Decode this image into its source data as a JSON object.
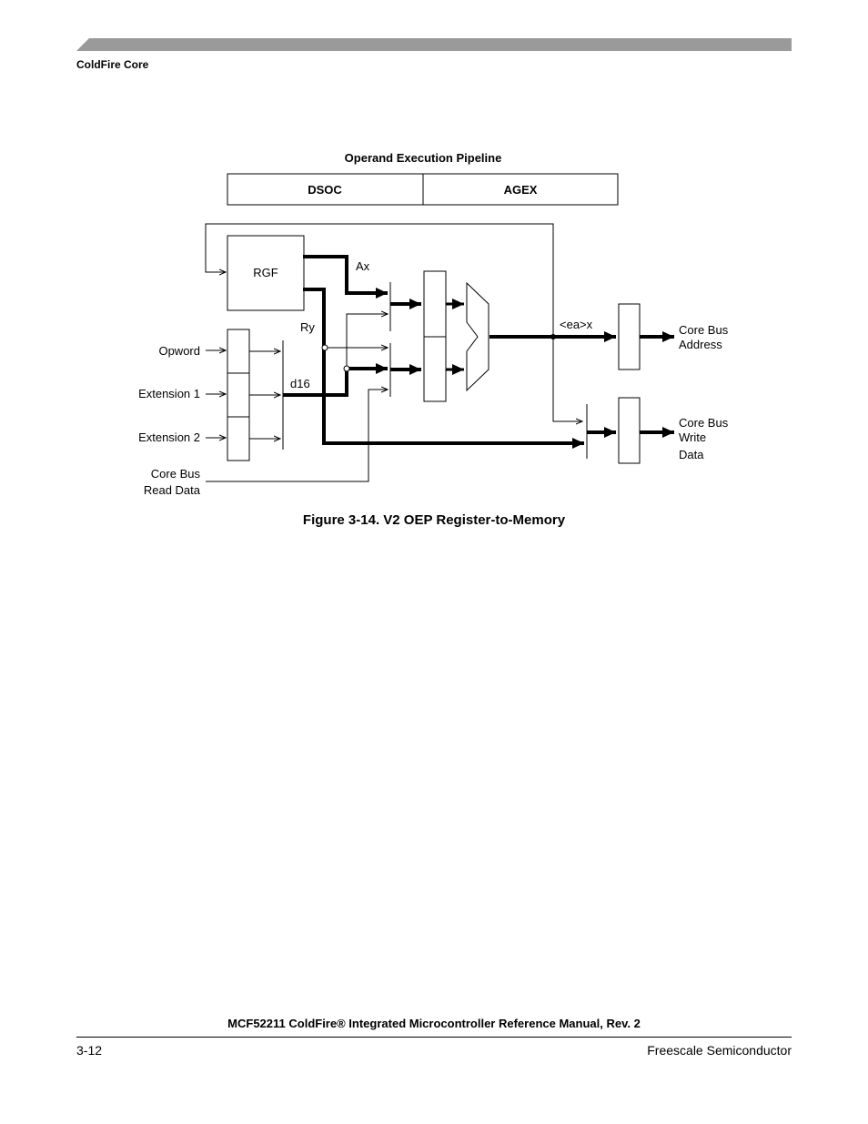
{
  "page": {
    "section_title": "ColdFire Core",
    "footer_title": "MCF52211 ColdFire® Integrated Microcontroller Reference Manual, Rev. 2",
    "page_number": "3-12",
    "publisher": "Freescale Semiconductor"
  },
  "figure": {
    "caption": "Figure 3-14. V2 OEP Register-to-Memory",
    "pipeline_title": "Operand Execution Pipeline",
    "stages": [
      "DSOC",
      "AGEX"
    ],
    "register_file": "RGF",
    "signals": {
      "ax": "Ax",
      "ry": "Ry",
      "d16": "d16",
      "ea": "<ea>x"
    },
    "inputs": [
      "Opword",
      "Extension 1",
      "Extension 2"
    ],
    "read_data_label": [
      "Core Bus",
      "Read Data"
    ],
    "address_label": [
      "Core Bus",
      "Address"
    ],
    "write_data_label": [
      "Core Bus",
      "Write",
      "Data"
    ]
  }
}
